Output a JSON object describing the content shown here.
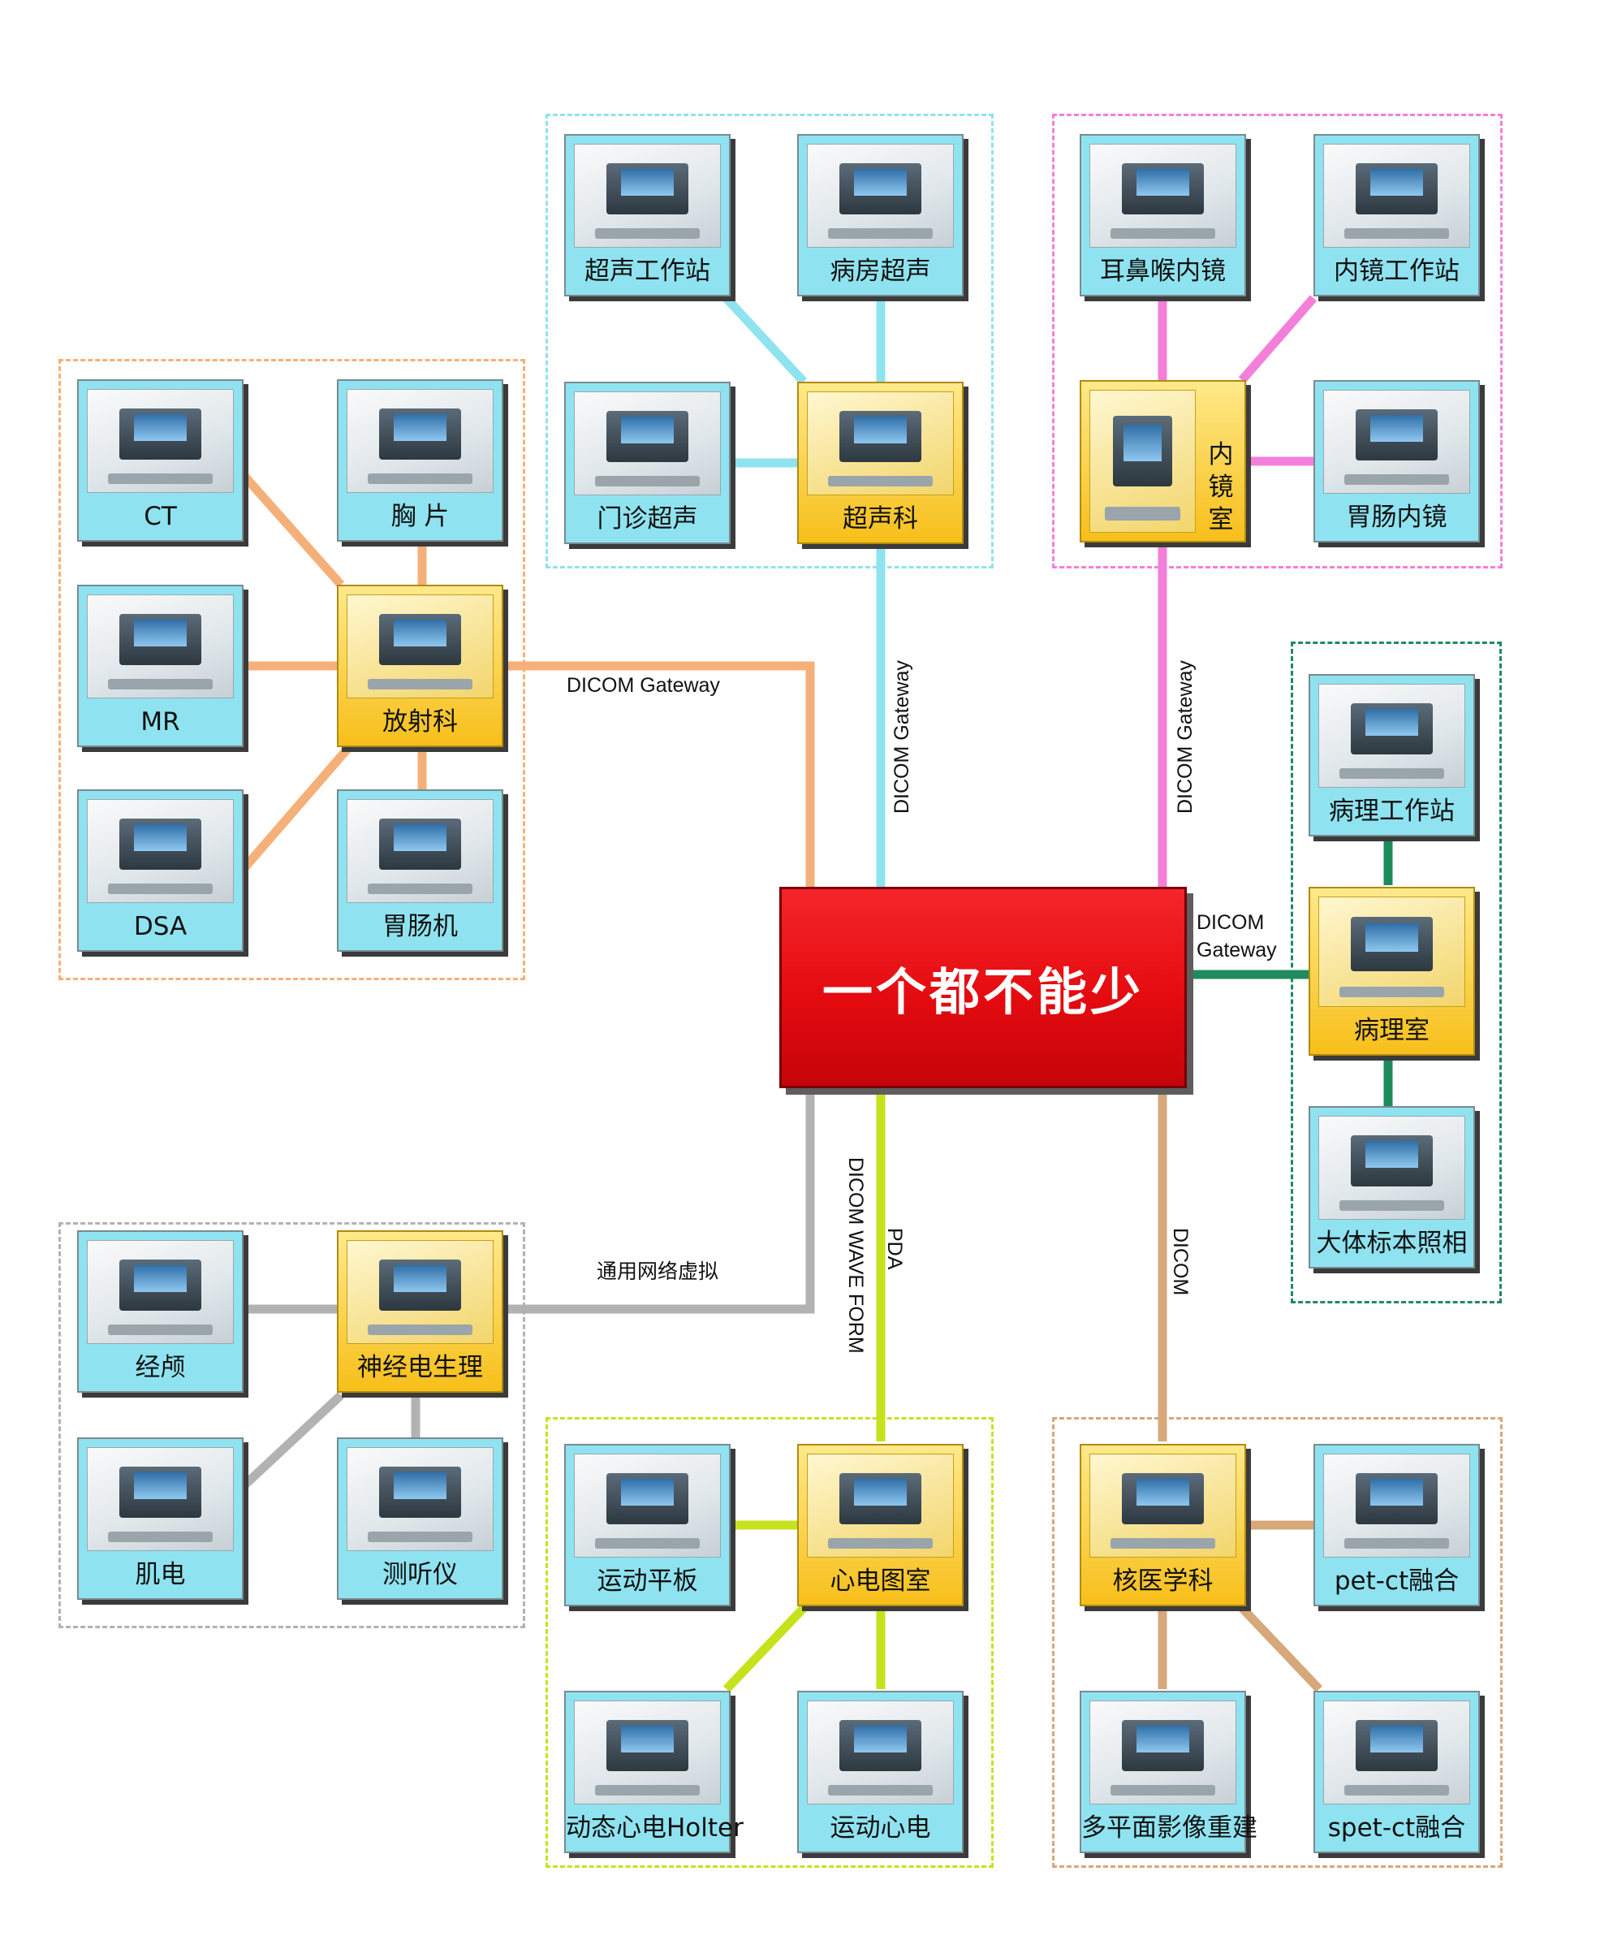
{
  "center": {
    "title": "一个都不能少"
  },
  "colors": {
    "radiology": "#f5b07a",
    "ultrasound": "#8ee3ef",
    "endoscopy": "#f47fd9",
    "pathology": "#1f8a5c",
    "electrophysiology": "#b2b2b2",
    "ecg": "#c6e21c",
    "nuclear": "#d6a87a",
    "center": "#e40b10"
  },
  "groups": {
    "radiology": {
      "hub": "放射科",
      "devices": [
        "CT",
        "胸  片",
        "MR",
        "DSA",
        "胃肠机"
      ],
      "link": "DICOM Gateway"
    },
    "ultrasound": {
      "hub": "超声科",
      "devices": [
        "超声工作站",
        "病房超声",
        "门诊超声"
      ],
      "link": "DICOM Gateway"
    },
    "endoscopy": {
      "hub": "内镜室",
      "devices": [
        "耳鼻喉内镜",
        "内镜工作站",
        "胃肠内镜"
      ],
      "link": "DICOM Gateway"
    },
    "pathology": {
      "hub": "病理室",
      "devices": [
        "病理工作站",
        "大体标本照相"
      ],
      "link_line1": "DICOM",
      "link_line2": "Gateway"
    },
    "electrophysiology": {
      "hub": "神经电生理",
      "devices": [
        "经颅",
        "肌电",
        "测听仪"
      ],
      "link": "通用网络虚拟"
    },
    "ecg": {
      "hub": "心电图室",
      "devices": [
        "运动平板",
        "动态心电Holter",
        "运动心电"
      ],
      "link_a": "DICOM WAVE FORM",
      "link_b": "PDA"
    },
    "nuclear": {
      "hub": "核医学科",
      "devices": [
        "pet-ct融合",
        "多平面影像重建",
        "spet-ct融合"
      ],
      "link": "DICOM"
    }
  }
}
